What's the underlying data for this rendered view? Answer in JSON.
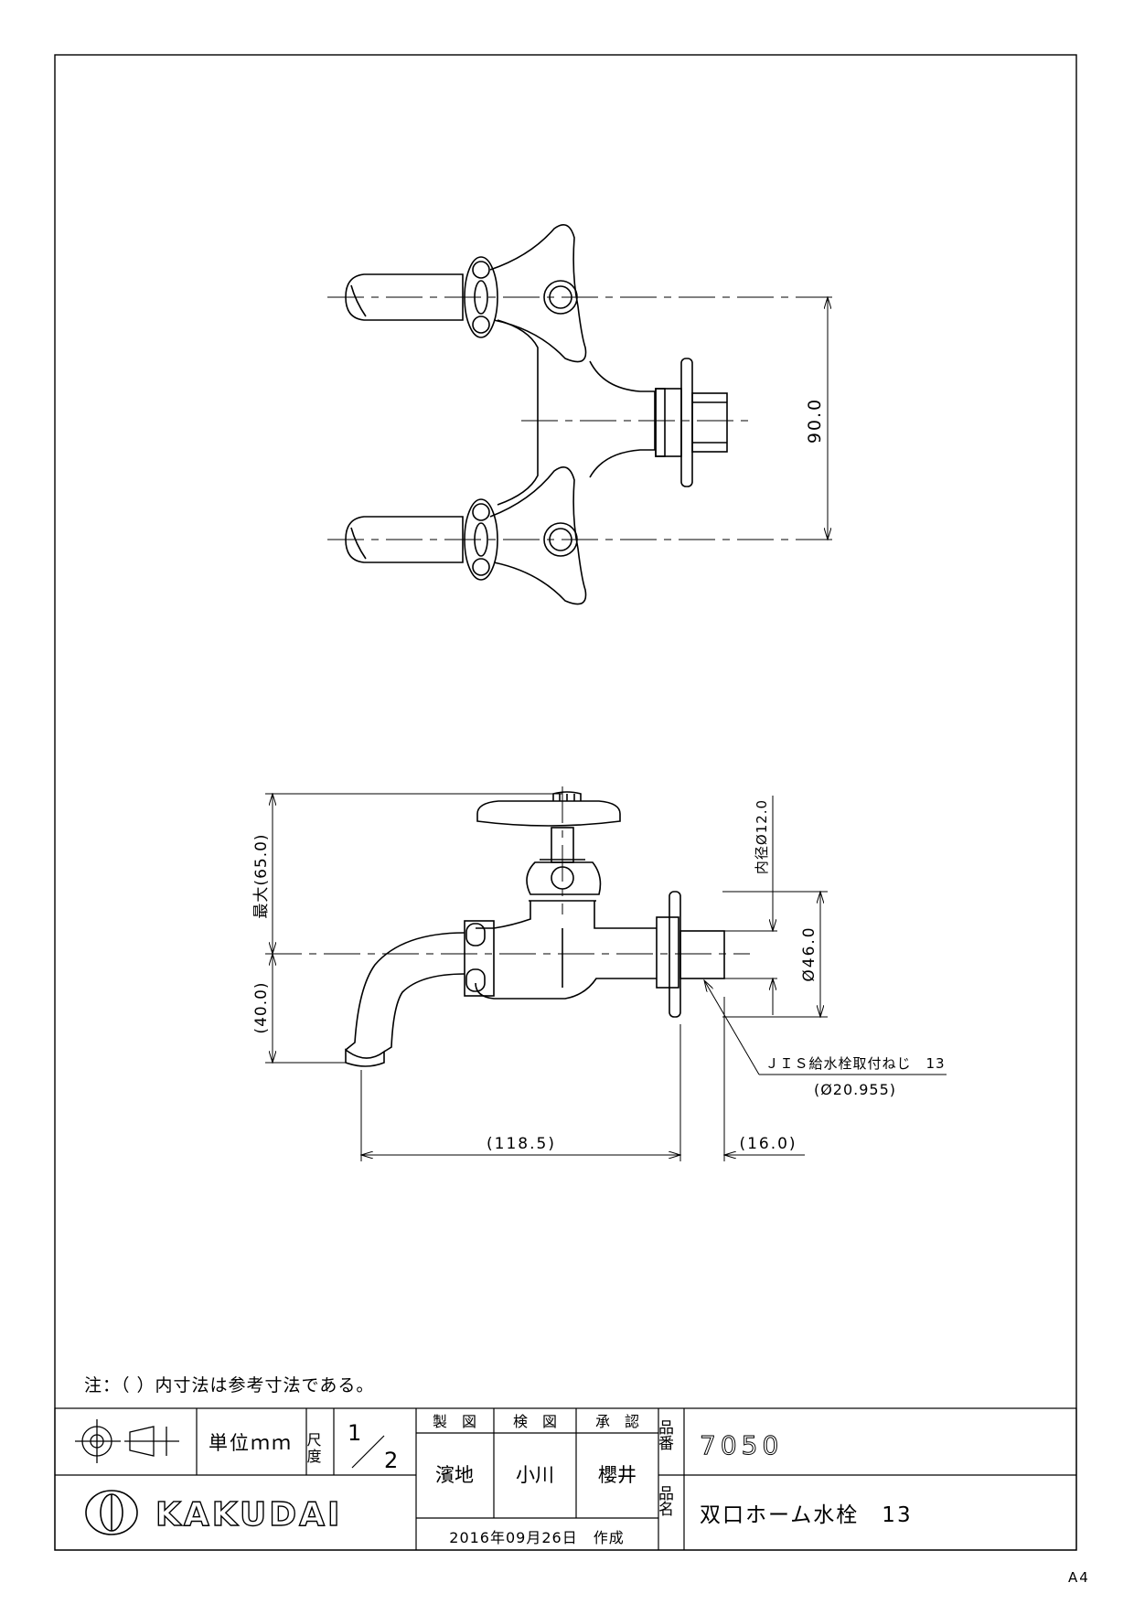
{
  "sheet": {
    "note": "注：（ ）内寸法は参考寸法である。",
    "paper_size": "A4"
  },
  "dimensions": {
    "top_pitch": "90.0",
    "max_height": "最大(65.0)",
    "spout_height": "(40.0)",
    "inner_diameter": "内径Ø12.0",
    "flange_diameter": "Ø46.0",
    "thread_label": "ＪＩＳ給水栓取付ねじ　13",
    "thread_diameter": "(Ø20.955)",
    "length": "(118.5)",
    "thread_length": "(16.0)"
  },
  "title_block": {
    "unit_label": "単位ｍｍ",
    "scale_label": "尺度",
    "scale_numerator": "1",
    "scale_denominator": "2",
    "drawn_label": "製　図",
    "checked_label": "検　図",
    "approved_label": "承　認",
    "drawn_by": "濱地",
    "checked_by": "小川",
    "approved_by": "櫻井",
    "date": "2016年09月26日　作成",
    "part_no_label": "品番",
    "part_no": "7050",
    "part_name_label": "品名",
    "part_name": "双口ホーム水栓　13",
    "brand": "KAKUDAI"
  }
}
